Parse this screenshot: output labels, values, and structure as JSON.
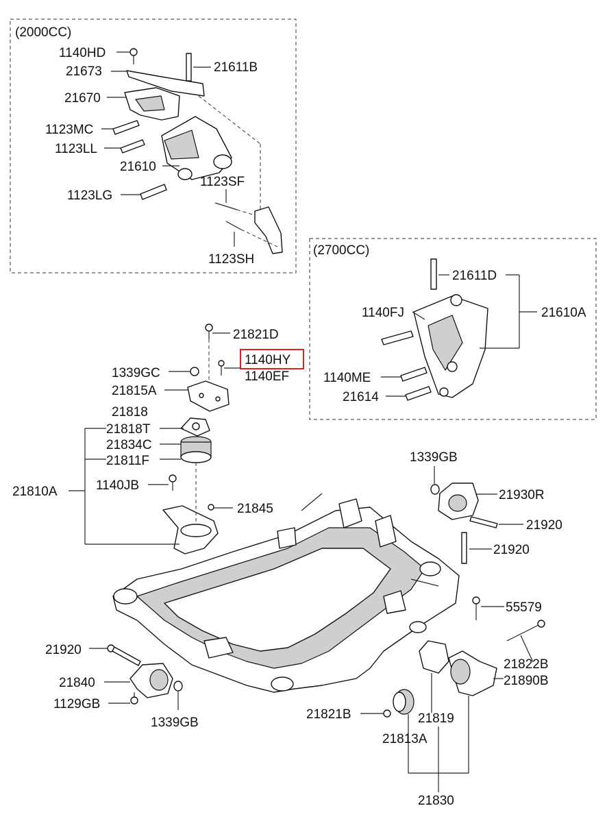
{
  "diagram": {
    "groups": {
      "g2000": "(2000CC)",
      "g2700": "(2700CC)"
    },
    "labels": {
      "l1140HD": "1140HD",
      "l21673": "21673",
      "l21611B": "21611B",
      "l21670": "21670",
      "l1123MC": "1123MC",
      "l1123LL": "1123LL",
      "l21610": "21610",
      "l1123SF": "1123SF",
      "l1123LG": "1123LG",
      "l1123SH": "1123SH",
      "l21611D": "21611D",
      "l1140FJ": "1140FJ",
      "l21610A": "21610A",
      "l1140ME": "1140ME",
      "l21614": "21614",
      "l21821D": "21821D",
      "l1140HY": "1140HY",
      "l1339GC": "1339GC",
      "l1140EF": "1140EF",
      "l21815A": "21815A",
      "l21818": "21818",
      "l21818T": "21818T",
      "l21834C": "21834C",
      "l21811F": "21811F",
      "l21810A": "21810A",
      "l1140JB": "1140JB",
      "l21845": "21845",
      "l1339GB_a": "1339GB",
      "l21930R": "21930R",
      "l21920_a": "21920",
      "l21920_b": "21920",
      "l55579": "55579",
      "l21920_c": "21920",
      "l21840": "21840",
      "l1129GB": "1129GB",
      "l1339GB_b": "1339GB",
      "l21822B": "21822B",
      "l21890B": "21890B",
      "l21821B": "21821B",
      "l21819": "21819",
      "l21813A": "21813A",
      "l21830": "21830"
    },
    "highlight_color": "#e02020"
  }
}
